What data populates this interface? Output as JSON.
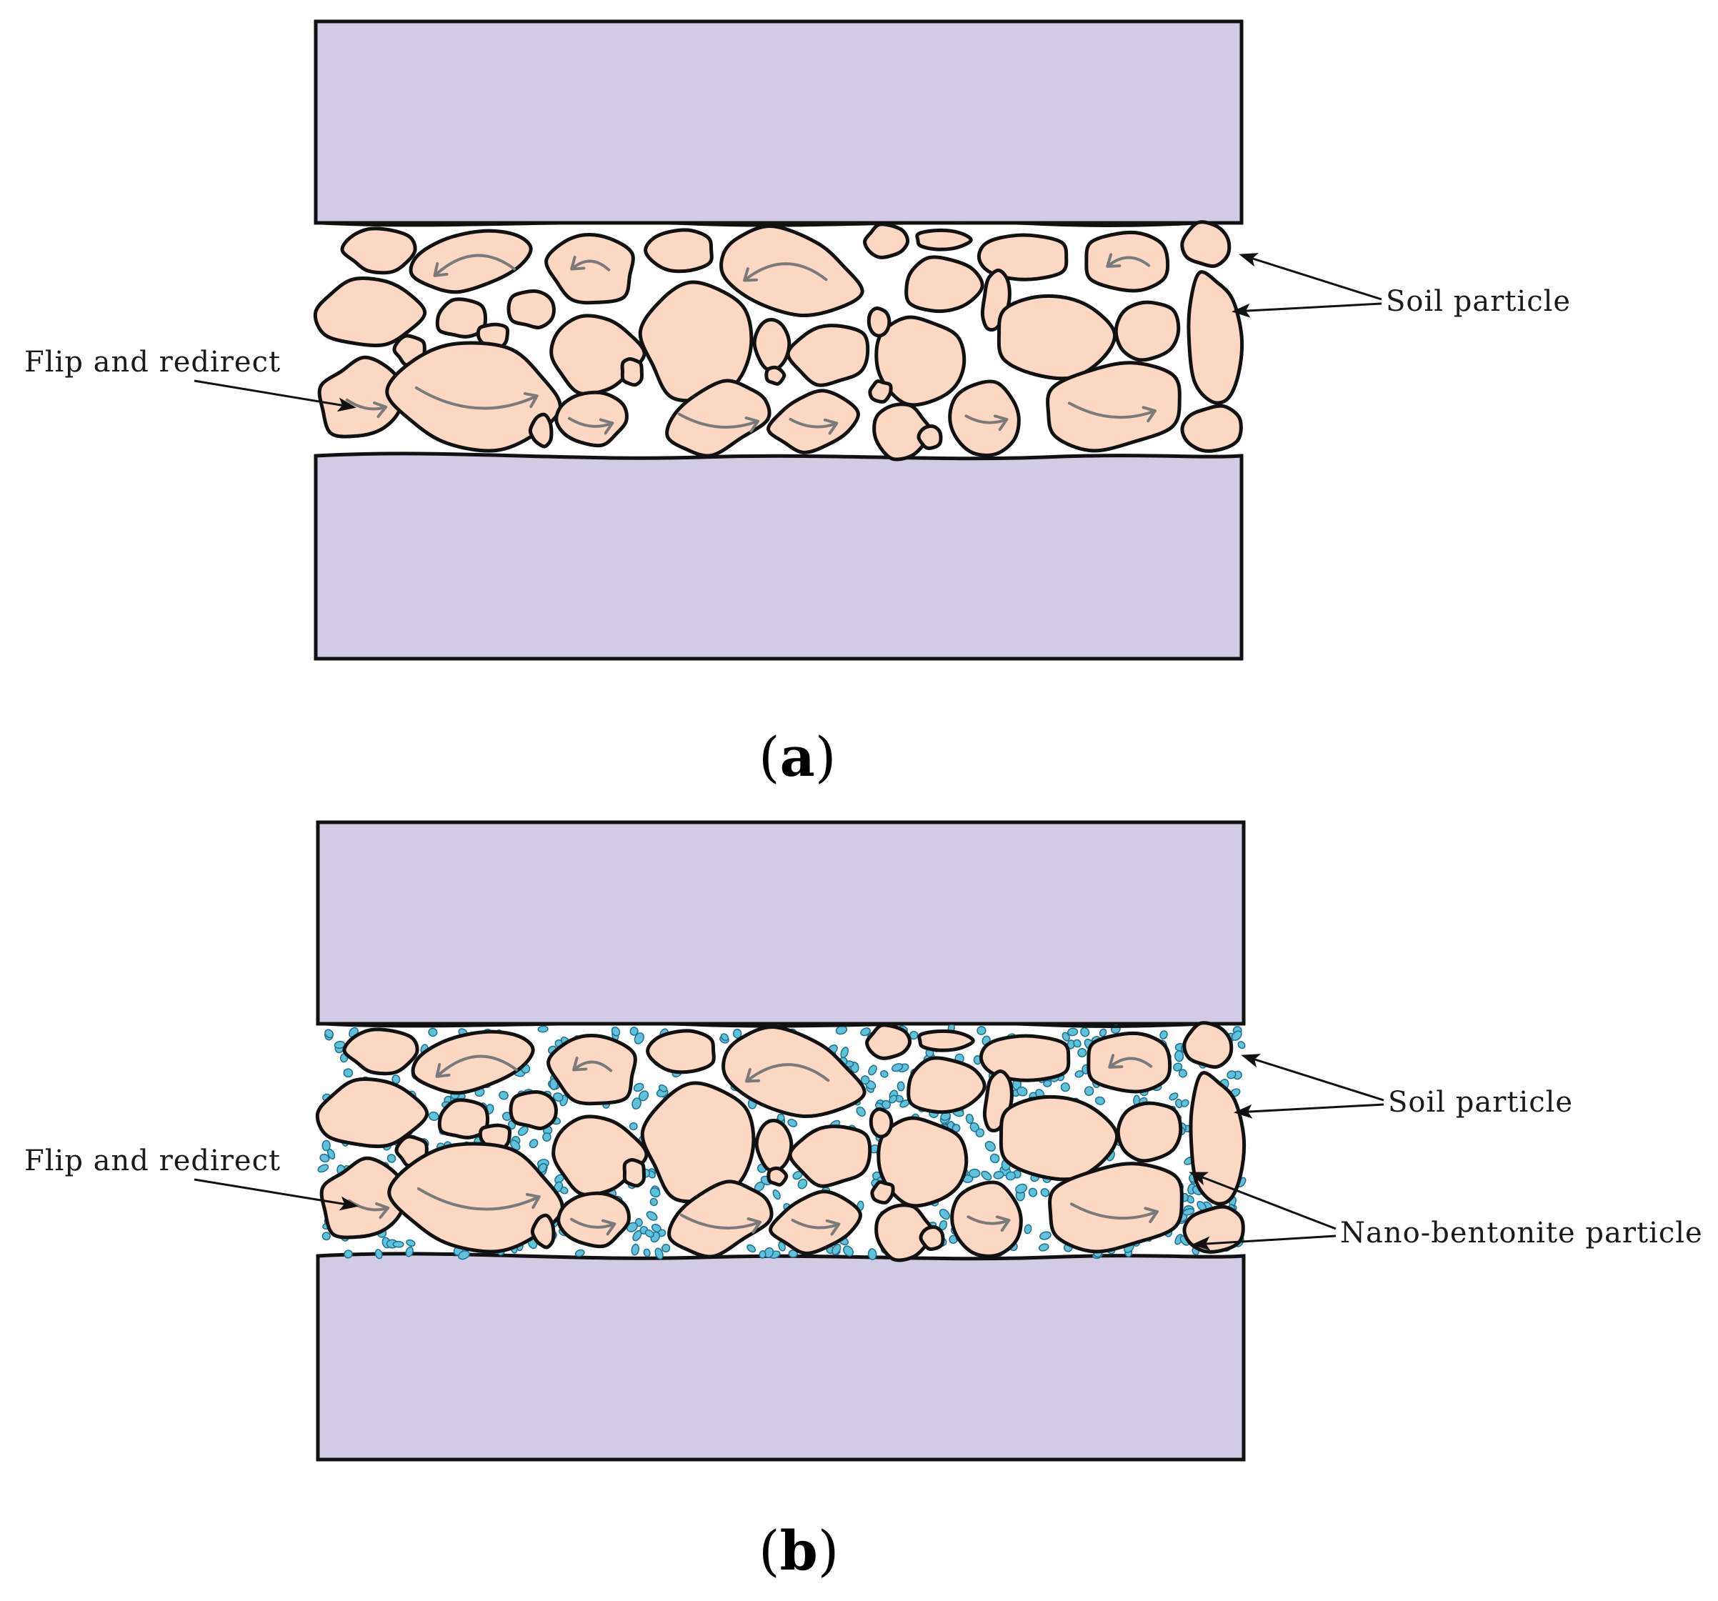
{
  "panels": [
    {
      "id": "a",
      "caption_open": "(",
      "caption_letter": "a",
      "caption_close": ")",
      "label_flip": "Flip and redirect",
      "label_soil": "Soil particle",
      "has_nano": false
    },
    {
      "id": "b",
      "caption_open": "(",
      "caption_letter": "b",
      "caption_close": ")",
      "label_flip": "Flip and redirect",
      "label_soil": "Soil particle",
      "label_nano": "Nano-bentonite particle",
      "has_nano": true
    }
  ],
  "colors": {
    "plate_fill": "#d2cbe6",
    "particle_fill": "#fcd8c4",
    "outline": "#111111",
    "rotation_arrow": "#7a7a7a",
    "nano_fill": "#5ec2dc",
    "nano_outline": "#1f6f8a",
    "background": "#ffffff"
  }
}
